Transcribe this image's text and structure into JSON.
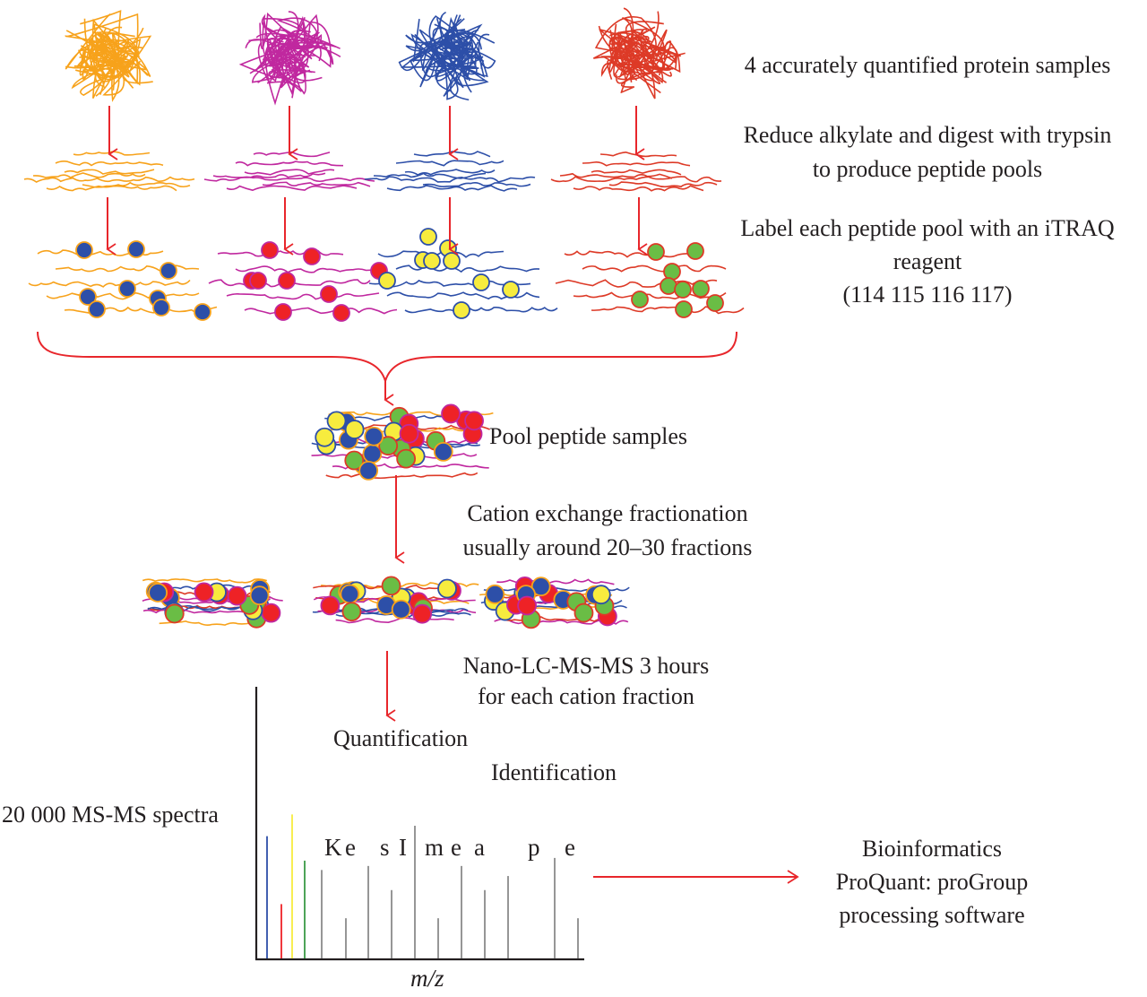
{
  "colors": {
    "arrow": "#e8262b",
    "sample_strands": [
      "#f7a21b",
      "#c0289f",
      "#2d4fa8",
      "#dd3a27"
    ],
    "sample_labels": [
      "#2d4fa8",
      "#ee2226",
      "#f7ec3e",
      "#6abd45"
    ],
    "label_outlines": [
      "#f7a21b",
      "#c0289f",
      "#2d4fa8",
      "#dd3a27"
    ],
    "reporter_peaks": [
      "#2d4fa8",
      "#ee2226",
      "#f7ec3e",
      "#3a9a45"
    ],
    "fragment_peaks": "#8a8a8a",
    "axis": "#231f20"
  },
  "steps": {
    "samples": "4 accurately quantified protein samples",
    "digest_line1": "Reduce alkylate and digest with trypsin",
    "digest_line2": "to produce peptide pools",
    "label_line1": "Label each peptide pool with an iTRAQ",
    "label_line2": "reagent",
    "label_line3": "(114 115 116 117)",
    "pool": "Pool peptide samples",
    "cation_line1": "Cation exchange fractionation",
    "cation_line2": "usually around 20–30 fractions",
    "lc_line1": "Nano-LC-MS-MS 3 hours",
    "lc_line2": "for each cation fraction"
  },
  "spectrum": {
    "ylabel": "20 000 MS-MS spectra",
    "xlabel": "m/z",
    "quantification_label": "Quantification",
    "identification_label": "Identification",
    "sequence_letters": [
      "K",
      "e",
      "s",
      "I",
      "m",
      "e",
      "a",
      "p",
      "e"
    ],
    "reporter_intensities": [
      0.45,
      0.2,
      0.53,
      0.36
    ],
    "fragment_intensities": [
      0.44,
      0.2,
      0.46,
      0.34,
      0.66,
      0.2,
      0.46,
      0.34,
      0.41,
      0.5,
      0.2
    ],
    "fragment_intensity_max": 1.0
  },
  "output": {
    "line1": "Bioinformatics",
    "line2": "ProQuant: proGroup",
    "line3": "processing software"
  },
  "fractions_shown": 3,
  "samples_count": 4
}
